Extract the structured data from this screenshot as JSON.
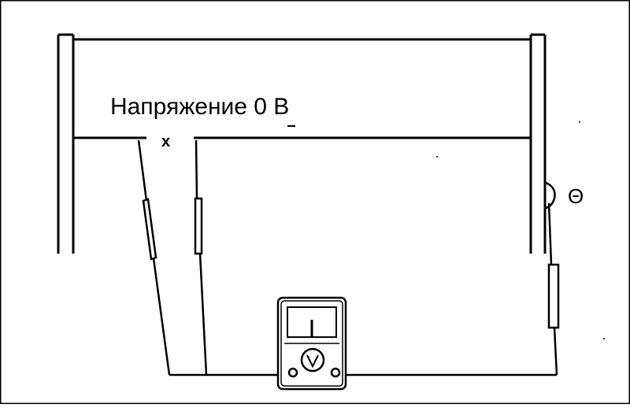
{
  "diagram": {
    "voltage_label": "Напряжение 0 В",
    "break_mark": "x",
    "polarity_label": "Θ",
    "icons": {
      "meter": "voltmeter-icon",
      "meter_symbol": "v-in-circle"
    },
    "colors": {
      "ink": "#000000",
      "background": "#ffffff"
    }
  }
}
